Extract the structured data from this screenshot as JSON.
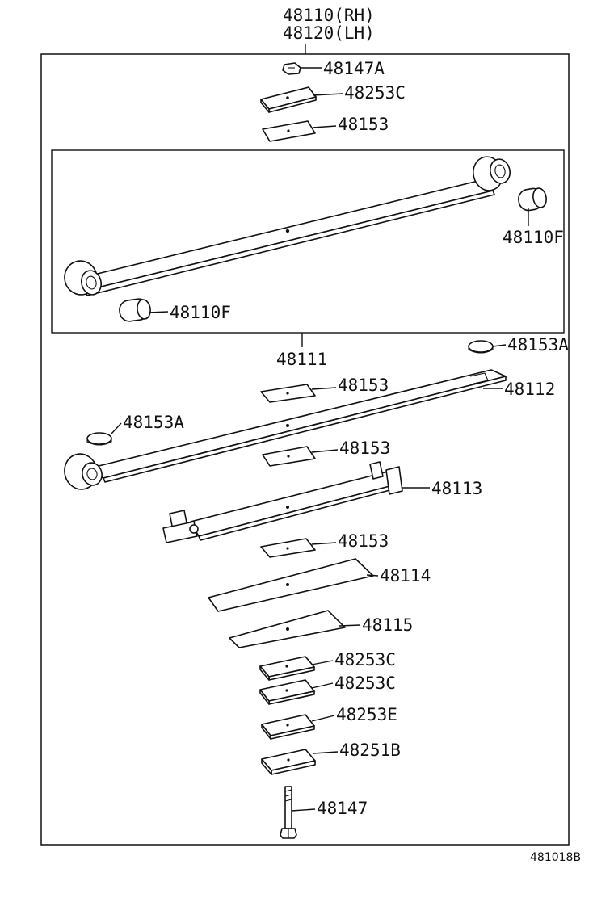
{
  "assembly": {
    "rh": "48110(RH)",
    "lh": "48120(LH)"
  },
  "subassembly": {
    "main_leaf": "48111"
  },
  "callouts": {
    "nut": "48147A",
    "plate_top_1": "48253C",
    "pad_top": "48153",
    "bushing_right": "48110F",
    "bushing_left": "48110F",
    "clip_right": "48153A",
    "pad_2": "48153",
    "leaf_2": "48112",
    "clip_left": "48153A",
    "pad_3": "48153",
    "leaf_3": "48113",
    "pad_4": "48153",
    "leaf_4": "48114",
    "leaf_5": "48115",
    "plate_low_1": "48253C",
    "plate_low_2": "48253C",
    "plate_low_3": "48253E",
    "plate_low_4": "48251B",
    "center_bolt": "48147"
  },
  "figure_code": "481018B"
}
